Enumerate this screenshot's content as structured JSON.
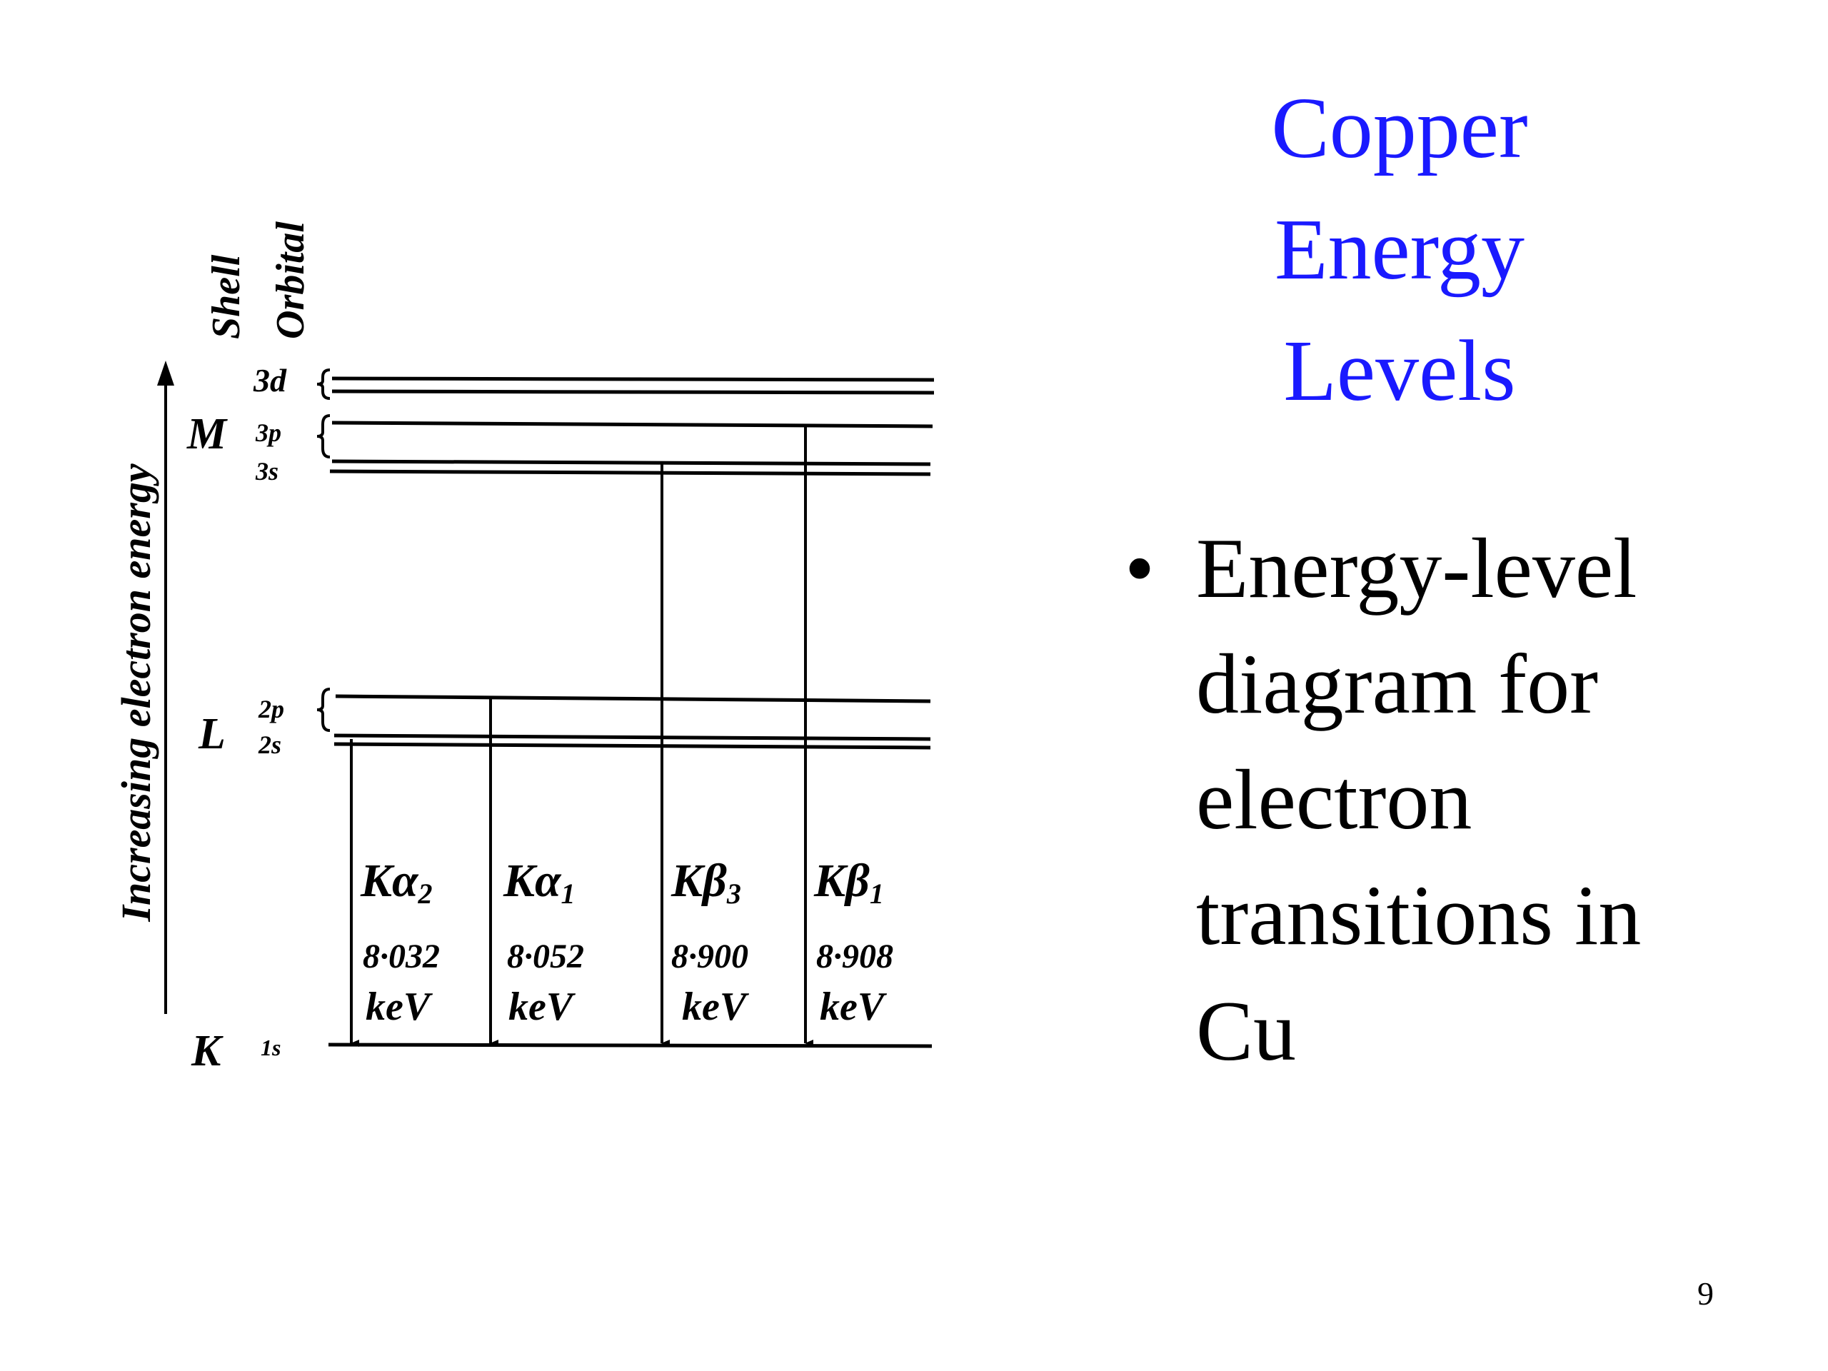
{
  "slide": {
    "title_lines": [
      "Copper",
      "Energy",
      "Levels"
    ],
    "bullet_text": "Energy-level diagram for electron transitions in Cu",
    "bullet_lines": [
      "Energy-level",
      "diagram for",
      "electron",
      "transitions in",
      "Cu"
    ],
    "page_number": "9",
    "title_color": "#1a1aff"
  },
  "diagram": {
    "axis_label": "Increasing electron energy",
    "column_headers": {
      "shell": "Shell",
      "orbital": "Orbital"
    },
    "shells": [
      {
        "id": "M",
        "label": "M",
        "orbitals": [
          "3d",
          "3p",
          "3s"
        ]
      },
      {
        "id": "L",
        "label": "L",
        "orbitals": [
          "2p",
          "2s"
        ]
      },
      {
        "id": "K",
        "label": "K",
        "orbitals": [
          "1s"
        ]
      }
    ],
    "transitions": [
      {
        "line": "Kα2",
        "base": "Kα",
        "sub": "2",
        "energy": "8·032",
        "unit": "keV",
        "from": "2s"
      },
      {
        "line": "Kα1",
        "base": "Kα",
        "sub": "1",
        "energy": "8·052",
        "unit": "keV",
        "from": "2p"
      },
      {
        "line": "Kβ3",
        "base": "Kβ",
        "sub": "3",
        "energy": "8·900",
        "unit": "keV",
        "from": "3s"
      },
      {
        "line": "Kβ1",
        "base": "Kβ",
        "sub": "1",
        "energy": "8·908",
        "unit": "keV",
        "from": "3p"
      }
    ]
  }
}
